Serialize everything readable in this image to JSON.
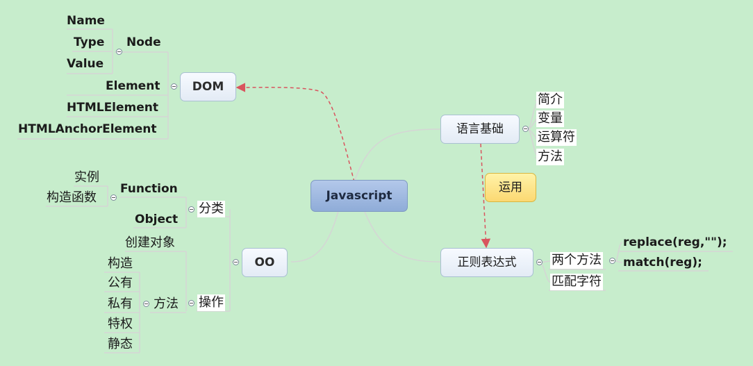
{
  "root": "Javascript",
  "dom": {
    "label": "DOM",
    "node": {
      "label": "Node",
      "children": [
        "Name",
        "Type",
        "Value"
      ]
    },
    "others": [
      "Element",
      "HTMLElement",
      "HTMLAnchorElement"
    ]
  },
  "oo": {
    "label": "OO",
    "classify": {
      "label": "分类",
      "function": {
        "label": "Function",
        "children": [
          "实例",
          "构造函数"
        ]
      },
      "object": "Object"
    },
    "operate": {
      "label": "操作",
      "create": "创建对象",
      "methods": {
        "label": "方法",
        "children": [
          "构造",
          "公有",
          "私有",
          "特权",
          "静态"
        ]
      }
    }
  },
  "basics": {
    "label": "语言基础",
    "children": [
      "简介",
      "变量",
      "运算符",
      "方法"
    ]
  },
  "regex": {
    "label": "正则表达式",
    "two_methods": {
      "label": "两个方法",
      "children": [
        "replace(reg,\"\");",
        "match(reg);"
      ]
    },
    "match_chars": "匹配字符"
  },
  "note": "运用",
  "colors": {
    "background": "#c7edcc",
    "link": "#d5d5d5",
    "relation": "#d9545e"
  }
}
